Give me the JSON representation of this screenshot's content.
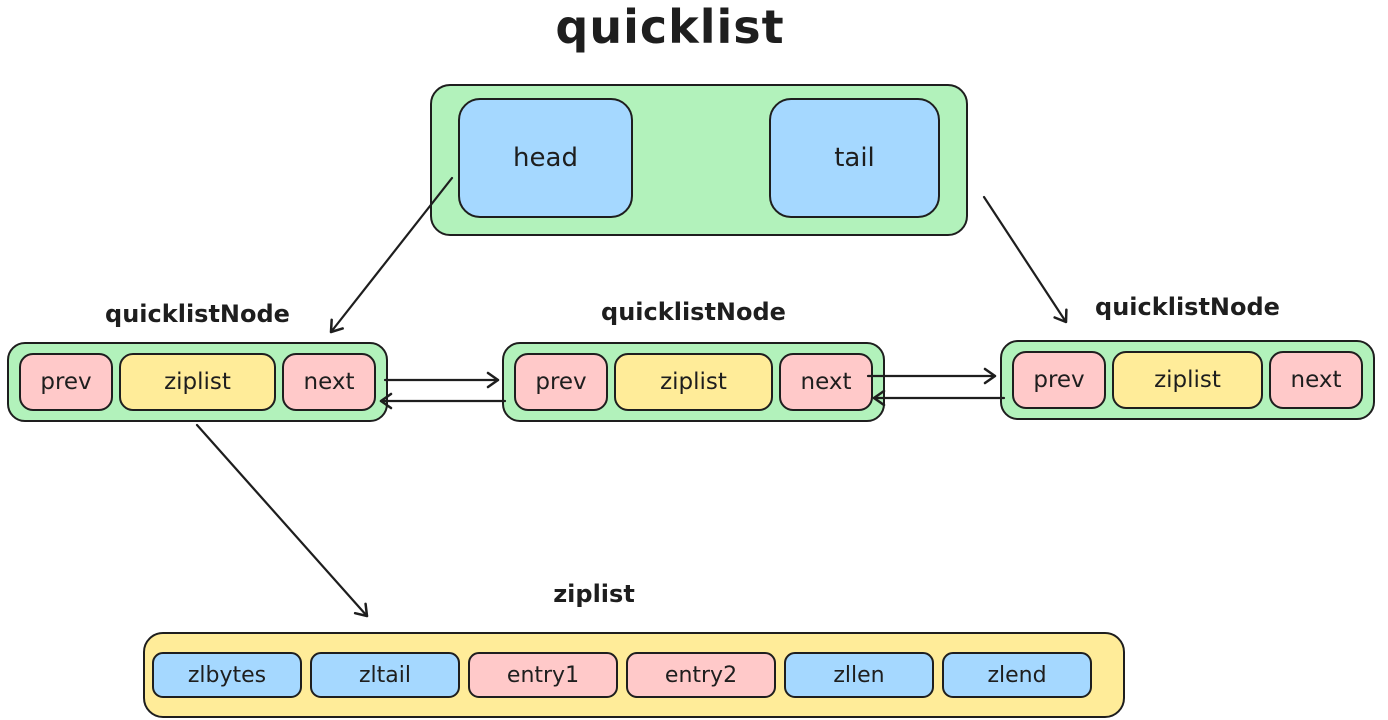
{
  "title": "quicklist",
  "palette": {
    "container_green": "#b2f2bb",
    "pointer_blue": "#a5d8ff",
    "pointer_pink": "#ffc9c9",
    "ziplist_yellow": "#ffec99",
    "stroke": "#1e1e1e"
  },
  "quicklist": {
    "head_label": "head",
    "tail_label": "tail"
  },
  "nodes": [
    {
      "label": "quicklistNode",
      "cells": [
        {
          "text": "prev",
          "color": "pink"
        },
        {
          "text": "ziplist",
          "color": "yellow"
        },
        {
          "text": "next",
          "color": "pink"
        }
      ]
    },
    {
      "label": "quicklistNode",
      "cells": [
        {
          "text": "prev",
          "color": "pink"
        },
        {
          "text": "ziplist",
          "color": "yellow"
        },
        {
          "text": "next",
          "color": "pink"
        }
      ]
    },
    {
      "label": "quicklistNode",
      "cells": [
        {
          "text": "prev",
          "color": "pink"
        },
        {
          "text": "ziplist",
          "color": "yellow"
        },
        {
          "text": "next",
          "color": "pink"
        }
      ]
    }
  ],
  "ziplist": {
    "label": "ziplist",
    "cells": [
      {
        "text": "zlbytes",
        "color": "blue"
      },
      {
        "text": "zltail",
        "color": "blue"
      },
      {
        "text": "entry1",
        "color": "pink"
      },
      {
        "text": "entry2",
        "color": "pink"
      },
      {
        "text": "zllen",
        "color": "blue"
      },
      {
        "text": "zlend",
        "color": "blue"
      }
    ]
  }
}
